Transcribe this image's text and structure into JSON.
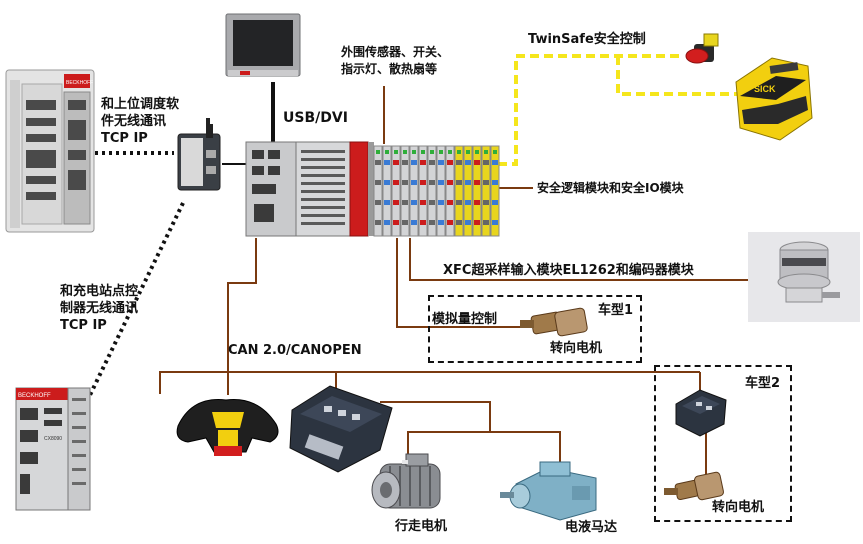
{
  "labels": {
    "wireless_host": [
      "和上位调度软",
      "件无线通讯",
      "TCP IP"
    ],
    "wireless_charger": [
      "和充电站点控",
      "制器无线通讯",
      "TCP IP"
    ],
    "usb_dvi": "USB/DVI",
    "sensors": [
      "外围传感器、开关、",
      "指示灯、散热扇等"
    ],
    "twinsafe": "TwinSafe安全控制",
    "safety_io": "安全逻辑模块和安全IO模块",
    "xfc": "XFC超采样输入模块EL1262和编码器模块",
    "analog": "模拟量控制",
    "steering_motor_1": "转向电机",
    "type1": "车型1",
    "can": "CAN 2.0/CANOPEN",
    "type2": "车型2",
    "steering_motor_2": "转向电机",
    "drive_motor": "行走电机",
    "hydraulic_motor": "电液马达"
  },
  "devices": {
    "ipc": "BECKHOFF",
    "coupler_top": "BECKHOFF",
    "coupler_bottom": "CX8090",
    "sick": "SICK"
  },
  "colors": {
    "safety_line": "#f5e61c",
    "cable": "#7a3a10",
    "brand_red": "#cc1c1c",
    "terminal_yellow": "#e8d51e"
  }
}
